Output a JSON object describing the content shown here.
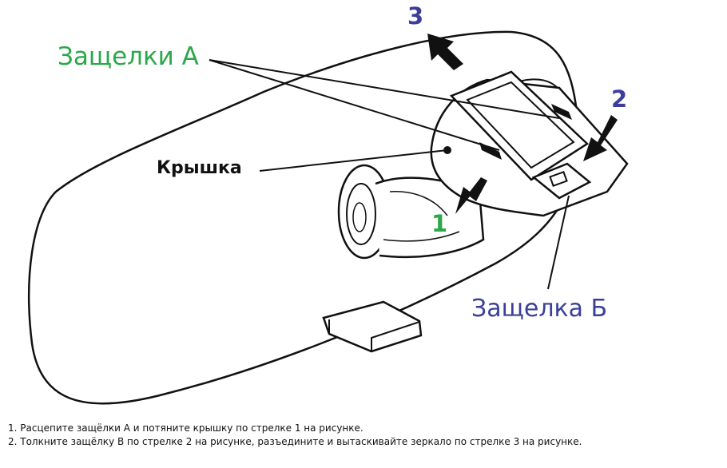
{
  "labels": {
    "latches_a": "Защелки А",
    "cover": "Крышка",
    "latch_b": "Защелка Б",
    "step_1": "1",
    "step_2": "2",
    "step_3": "3"
  },
  "instructions": [
    "1. Расцепите защёлки А и потяните крышку по стрелке 1 на рисунке.",
    "2. Толкните защёлку В по стрелке 2 на рисунке, разъедините и вытаскивайте зеркало по стрелке 3 на рисунке."
  ],
  "colors": {
    "green": "#2aa84a",
    "blue": "#3b3f9a",
    "ink": "#111111"
  }
}
